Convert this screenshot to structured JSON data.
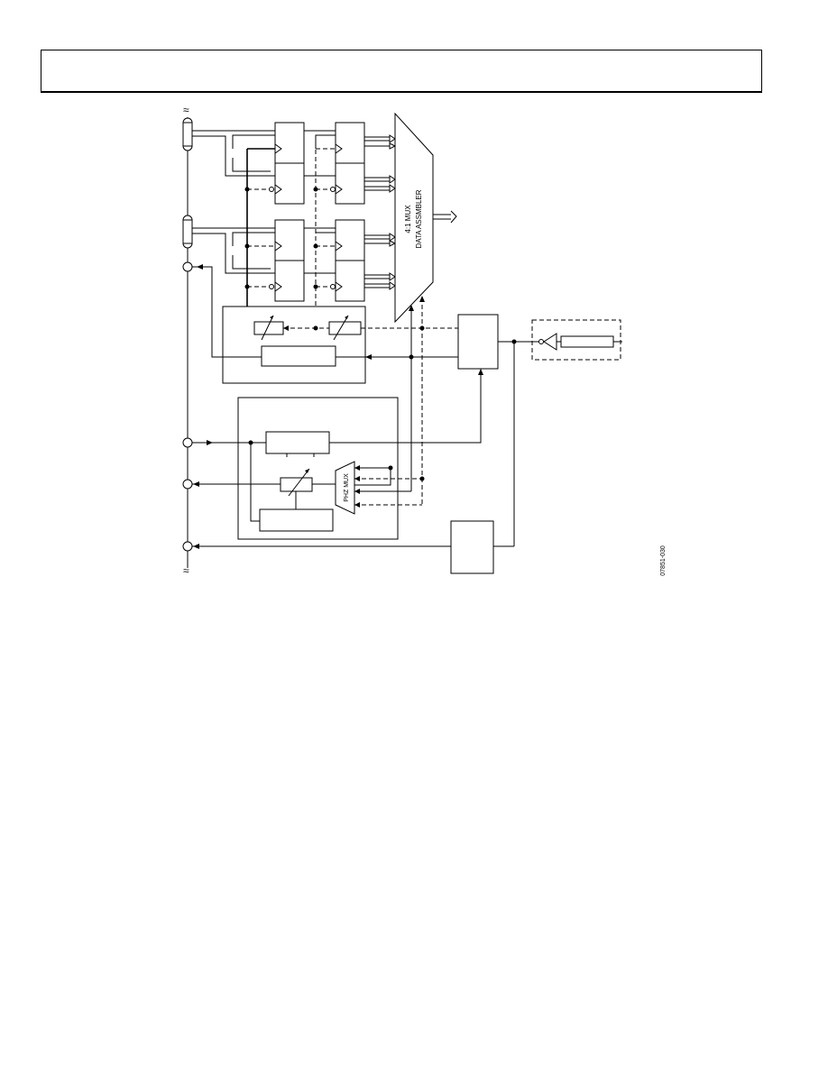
{
  "header": {
    "text": ""
  },
  "diagram": {
    "mux_label_line1": "4:1 MUX",
    "mux_label_line2": "DATA ASSMBLER",
    "phz_mux_label": "PHZ MUX",
    "figure_id": "07851-030",
    "break_symbol": "≈"
  }
}
